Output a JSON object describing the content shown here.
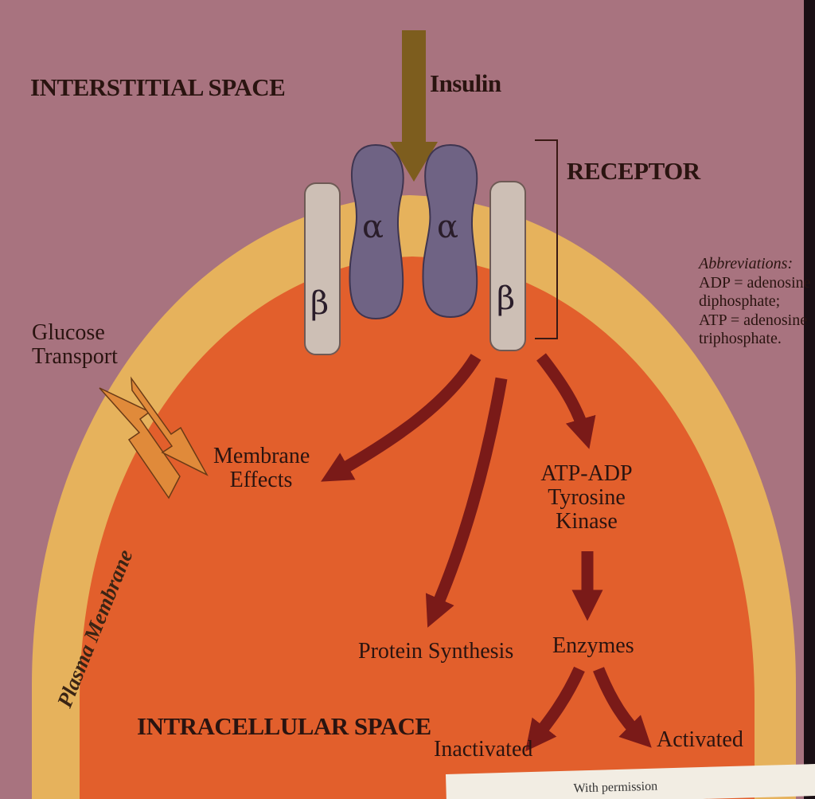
{
  "labels": {
    "interstitial_space": "INTERSTITIAL SPACE",
    "insulin": "Insulin",
    "receptor": "RECEPTOR",
    "alpha": "α",
    "beta": "β",
    "glucose_transport_line1": "Glucose",
    "glucose_transport_line2": "Transport",
    "membrane_effects_line1": "Membrane",
    "membrane_effects_line2": "Effects",
    "atp_adp_line1": "ATP-ADP",
    "atp_adp_line2": "Tyrosine",
    "atp_adp_line3": "Kinase",
    "protein_synthesis": "Protein Synthesis",
    "enzymes": "Enzymes",
    "inactivated": "Inactivated",
    "activated": "Activated",
    "intracellular_space": "INTRACELLULAR SPACE",
    "plasma_membrane": "Plasma Membrane"
  },
  "abbreviations": {
    "heading": "Abbreviations:",
    "line1": "ADP = adenosine",
    "line2": "diphosphate;",
    "line3": "ATP = adenosine",
    "line4": "triphosphate."
  },
  "footer_text": "With permission",
  "colors": {
    "interstitial_bg": "#a8737f",
    "membrane": "#e6b25c",
    "cytoplasm": "#e25f2c",
    "insulin_arrow": "#7d5d1e",
    "alpha_subunit": "#6f6384",
    "beta_subunit": "#cdbfb5",
    "signal_arrow": "#7a1a18",
    "glucose_arrow": "#e08a3a"
  }
}
